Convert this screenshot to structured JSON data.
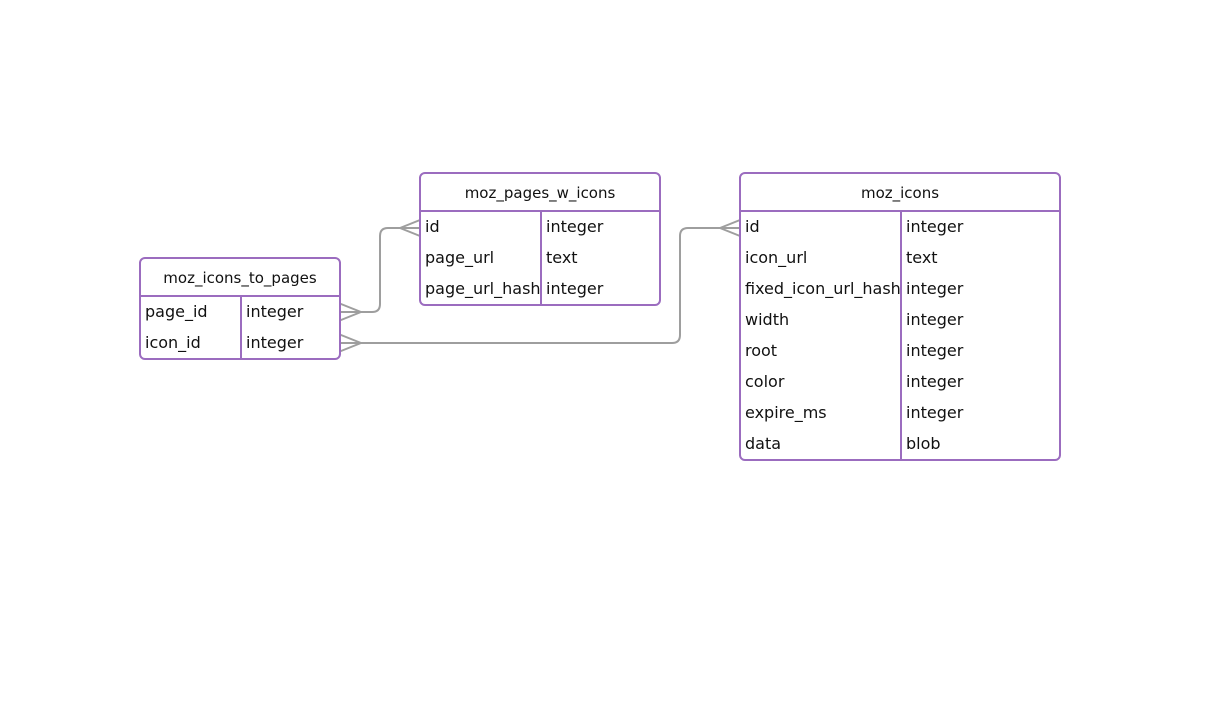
{
  "colors": {
    "table_border": "#9b6cbf",
    "connector": "#9e9e9e",
    "background": "#ffffff"
  },
  "tables": {
    "moz_icons_to_pages": {
      "title": "moz_icons_to_pages",
      "columns": [
        {
          "name": "page_id",
          "type": "integer"
        },
        {
          "name": "icon_id",
          "type": "integer"
        }
      ]
    },
    "moz_pages_w_icons": {
      "title": "moz_pages_w_icons",
      "columns": [
        {
          "name": "id",
          "type": "integer"
        },
        {
          "name": "page_url",
          "type": "text"
        },
        {
          "name": "page_url_hash",
          "type": "integer"
        }
      ]
    },
    "moz_icons": {
      "title": "moz_icons",
      "columns": [
        {
          "name": "id",
          "type": "integer"
        },
        {
          "name": "icon_url",
          "type": "text"
        },
        {
          "name": "fixed_icon_url_hash",
          "type": "integer"
        },
        {
          "name": "width",
          "type": "integer"
        },
        {
          "name": "root",
          "type": "integer"
        },
        {
          "name": "color",
          "type": "integer"
        },
        {
          "name": "expire_ms",
          "type": "integer"
        },
        {
          "name": "data",
          "type": "blob"
        }
      ]
    }
  },
  "relationships": [
    {
      "from_table": "moz_icons_to_pages",
      "from_column": "page_id",
      "to_table": "moz_pages_w_icons",
      "to_column": "id",
      "from_cardinality": "many",
      "to_cardinality": "many"
    },
    {
      "from_table": "moz_icons_to_pages",
      "from_column": "icon_id",
      "to_table": "moz_icons",
      "to_column": "id",
      "from_cardinality": "many",
      "to_cardinality": "many"
    }
  ]
}
